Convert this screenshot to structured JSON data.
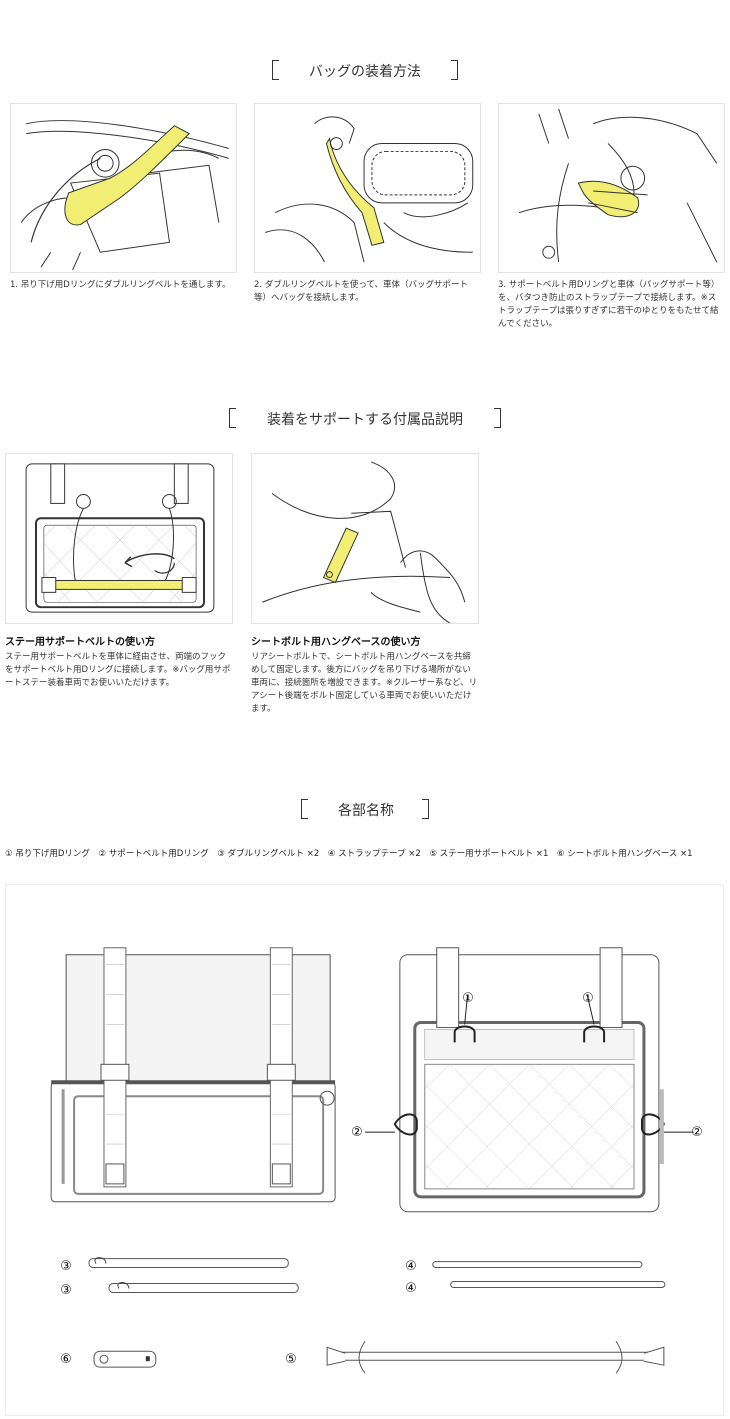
{
  "sections": {
    "install": {
      "title": "バッグの装着方法",
      "steps": [
        "1. 吊り下げ用Dリングにダブルリングベルトを通します。",
        "2. ダブルリングベルトを使って、車体（バッグサポート等）へバッグを接続します。",
        "3. サポートベルト用Dリングと車体（バッグサポート等）を、バタつき防止のストラップテープで接続します。※ストラップテープは張りすぎずに若干のゆとりをもたせて結んでください。"
      ]
    },
    "accessories": {
      "title": "装着をサポートする付属品説明",
      "items": [
        {
          "heading": "ステー用サポートベルトの使い方",
          "text": "ステー用サポートベルトを車体に経由させ、両端のフックをサポートベルト用Dリングに接続します。※バッグ用サポートステー装着車両でお使いいただけます。"
        },
        {
          "heading": "シートボルト用ハングベースの使い方",
          "text": "リアシートボルトで、シートボルト用ハングベースを共締めして固定します。後方にバッグを吊り下げる場所がない車両に、接続箇所を増設できます。※クルーザー系など、リアシート後端をボルト固定している車両でお使いいただけます。"
        }
      ]
    },
    "parts": {
      "title": "各部名称",
      "list": "① 吊り下げ用Dリング　② サポートベルト用Dリング　③ ダブルリングベルト ×2　④ ストラップテープ ×2　⑤ ステー用サポートベルト ×1　⑥ シートボルト用ハングベース ×1",
      "markers": {
        "one": "①",
        "two": "②",
        "three": "③",
        "four": "④",
        "five": "⑤",
        "six": "⑥"
      }
    }
  },
  "colors": {
    "accent_yellow": "#f2ee74",
    "line": "#333333",
    "frame_border": "#e3e3e3",
    "gray_fill": "#bdbdbd"
  }
}
